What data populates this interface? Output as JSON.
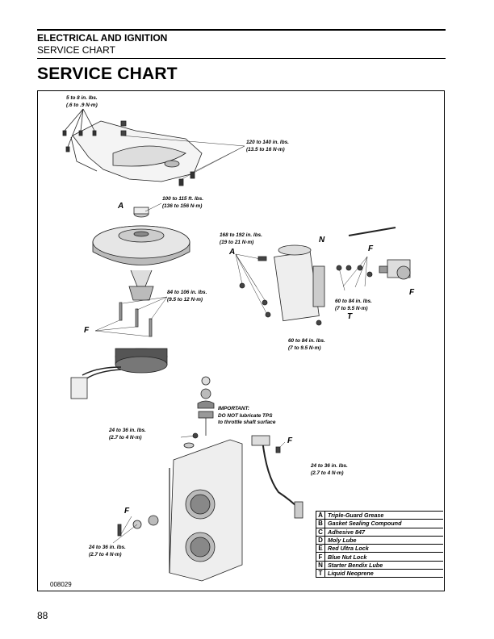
{
  "header": {
    "section": "ELECTRICAL AND IGNITION",
    "subsection": "SERVICE CHART",
    "title": "SERVICE CHART"
  },
  "figure": {
    "number": "008029",
    "callouts": {
      "c1": [
        "5 to 8 in. lbs.",
        "(.6 to .9 N·m)"
      ],
      "c2": [
        "120 to 140 in. lbs.",
        "(13.5 to 16 N·m)"
      ],
      "c3": [
        "100 to 115 ft. lbs.",
        "(136 to 156 N·m)"
      ],
      "c4": [
        "168 to 192 in. lbs.",
        "(19 to 21 N·m)"
      ],
      "c5": [
        "84 to 106 in. lbs.",
        "(9.5 to 12 N·m)"
      ],
      "c6": [
        "60 to 84 in. lbs.",
        "(7 to 9.5 N·m)"
      ],
      "c7": [
        "60 to 84 in. lbs.",
        "(7 to 9.5 N·m)"
      ],
      "c8": [
        "IMPORTANT:",
        "DO NOT lubricate TPS",
        "to throttle shaft surface"
      ],
      "c9": [
        "24 to 36 in. lbs.",
        "(2.7 to 4 N·m)"
      ],
      "c10": [
        "24 to 36 in. lbs.",
        "(2.7 to 4 N·m)"
      ],
      "c11": [
        "24 to 36 in. lbs.",
        "(2.7 to 4 N·m)"
      ]
    },
    "letters": {
      "a1": "A",
      "a2": "A",
      "n": "N",
      "f1": "F",
      "f2": "F",
      "f3": "F",
      "t": "T",
      "f4": "F",
      "f5": "F"
    }
  },
  "legend": [
    {
      "key": "A",
      "value": "Triple-Guard Grease"
    },
    {
      "key": "B",
      "value": "Gasket Sealing Compound"
    },
    {
      "key": "C",
      "value": "Adhesive 847"
    },
    {
      "key": "D",
      "value": "Moly Lube"
    },
    {
      "key": "E",
      "value": "Red Ultra Lock"
    },
    {
      "key": "F",
      "value": "Blue Nut Lock"
    },
    {
      "key": "N",
      "value": "Starter Bendix Lube"
    },
    {
      "key": "T",
      "value": "Liquid Neoprene"
    }
  ],
  "page_number": "88"
}
